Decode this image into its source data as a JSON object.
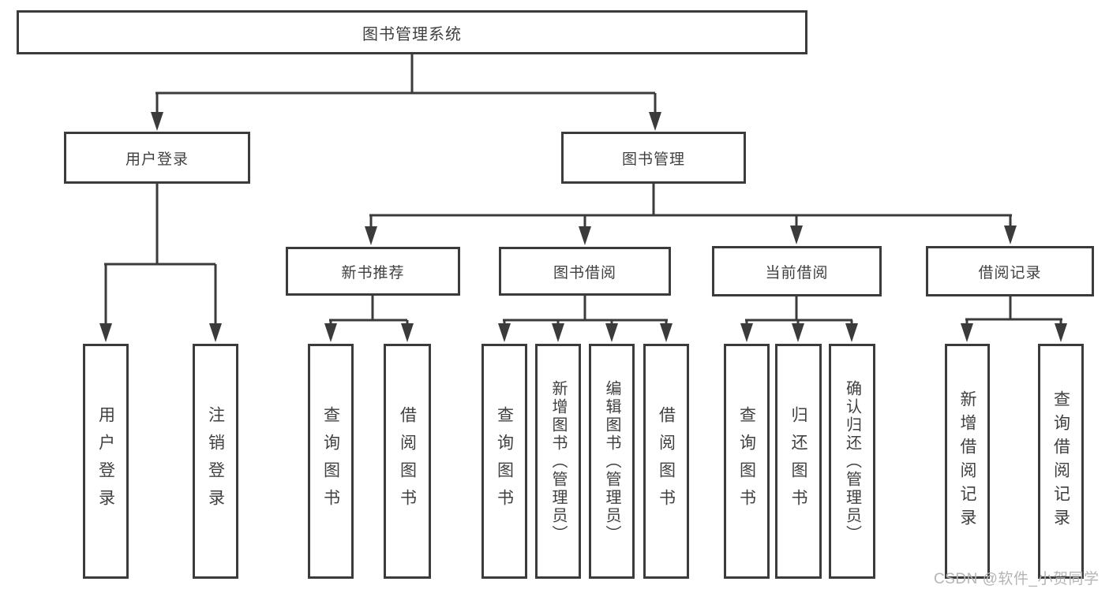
{
  "colors": {
    "line": "#3b3b3b",
    "text": "#404040",
    "watermark": "#b5b5b5",
    "background": "#ffffff"
  },
  "watermark": {
    "text": "CSDN @软件_小贺同学"
  },
  "diagram": {
    "type": "hierarchy-tree",
    "root": {
      "label": "图书管理系统",
      "children": [
        {
          "label": "用户登录",
          "children": [
            {
              "label": "用户登录"
            },
            {
              "label": "注销登录"
            }
          ]
        },
        {
          "label": "图书管理",
          "children": [
            {
              "label": "新书推荐",
              "children": [
                {
                  "label": "查询图书"
                },
                {
                  "label": "借阅图书"
                }
              ]
            },
            {
              "label": "图书借阅",
              "children": [
                {
                  "label": "查询图书"
                },
                {
                  "label": "新增图书（管理员）"
                },
                {
                  "label": "编辑图书（管理员）"
                },
                {
                  "label": "借阅图书"
                }
              ]
            },
            {
              "label": "当前借阅",
              "children": [
                {
                  "label": "查询图书"
                },
                {
                  "label": "归还图书"
                },
                {
                  "label": "确认归还（管理员）"
                }
              ]
            },
            {
              "label": "借阅记录",
              "children": [
                {
                  "label": "新增借阅记录"
                },
                {
                  "label": "查询借阅记录"
                }
              ]
            }
          ]
        }
      ]
    }
  }
}
